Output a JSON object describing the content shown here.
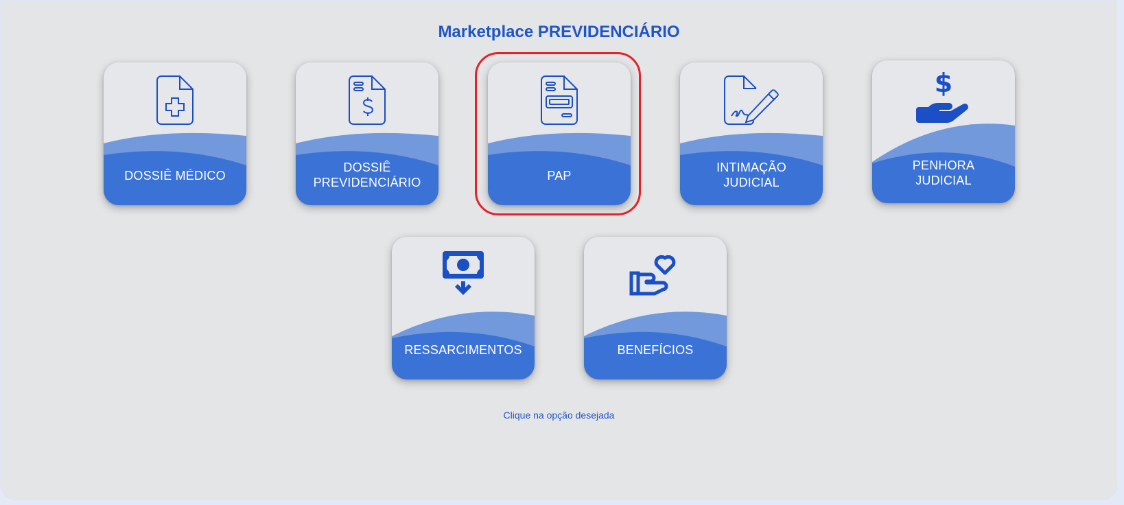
{
  "header": {
    "title": "Marketplace PREVIDENCIÁRIO"
  },
  "colors": {
    "title": "#1f55c9",
    "card_bg": "#e6e7ea",
    "wave_dark": "#3a72d6",
    "wave_light": "#7199db",
    "icon": "#1a4fc6",
    "highlight": "#e8202a",
    "page_bg": "#e4e5e7"
  },
  "cards": [
    {
      "id": "dossie-medico",
      "label_lines": [
        "DOSSIÊ MÉDICO"
      ],
      "icon": "medical-document-icon"
    },
    {
      "id": "dossie-previdenciario",
      "label_lines": [
        "DOSSIÊ",
        "PREVIDENCIÁRIO"
      ],
      "icon": "money-document-icon"
    },
    {
      "id": "pap",
      "label_lines": [
        "PAP"
      ],
      "icon": "form-document-icon",
      "highlighted": true
    },
    {
      "id": "intimacao-judicial",
      "label_lines": [
        "INTIMAÇÃO",
        "JUDICIAL"
      ],
      "icon": "signature-document-icon"
    },
    {
      "id": "penhora-judicial",
      "label_lines": [
        "PENHORA",
        "JUDICIAL"
      ],
      "icon": "hand-money-icon"
    },
    {
      "id": "ressarcimentos",
      "label_lines": [
        "RESSARCIMENTOS"
      ],
      "icon": "cash-download-icon"
    },
    {
      "id": "beneficios",
      "label_lines": [
        "BENEFÍCIOS"
      ],
      "icon": "hand-heart-icon"
    }
  ],
  "footer": {
    "hint": "Clique na opção desejada"
  }
}
